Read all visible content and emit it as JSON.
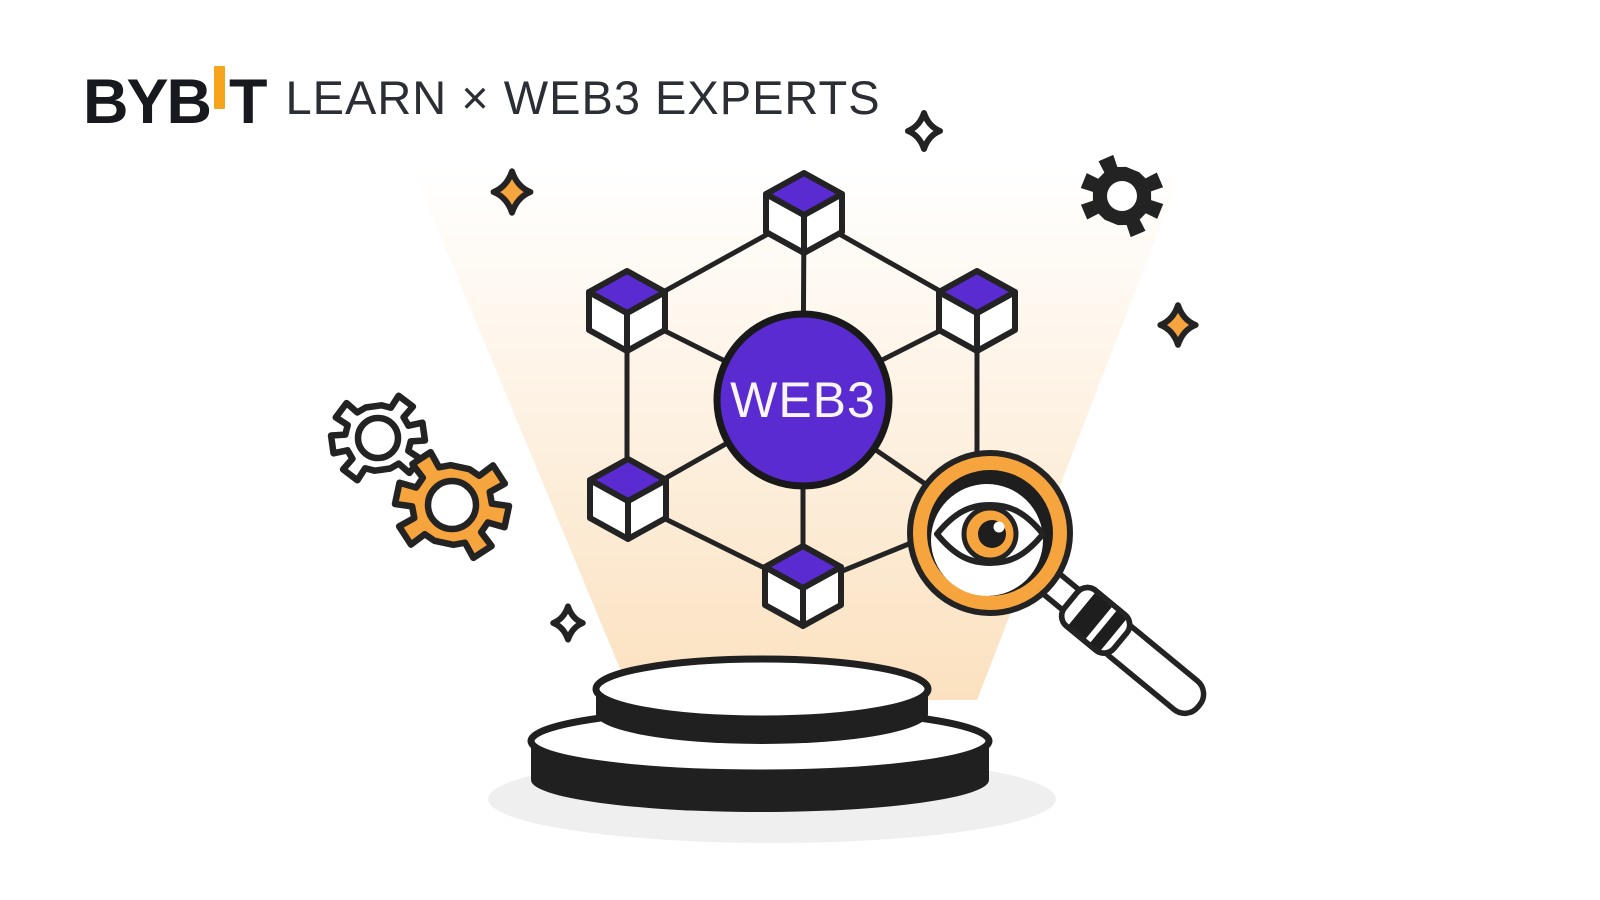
{
  "header": {
    "logo_text_left": "BYB",
    "logo_text_right": "T",
    "tagline": "LEARN × WEB3 EXPERTS"
  },
  "diagram": {
    "center_label": "WEB3",
    "node_count": 6
  },
  "colors": {
    "brand_orange": "#F7A41D",
    "illustration_orange": "#F6A43D",
    "purple": "#5A2BD1",
    "ink": "#232323",
    "beam_peach": "#FBE1BF",
    "shadow_gray": "#EFEFEF",
    "background": "#FFFFFF"
  },
  "icons": [
    "cube-node-icon",
    "web3-hub-circle",
    "magnifier-eye-icon",
    "gear-icon-white",
    "gear-icon-orange",
    "gear-icon-black",
    "sparkle-icon",
    "spotlight-beam",
    "podium"
  ]
}
